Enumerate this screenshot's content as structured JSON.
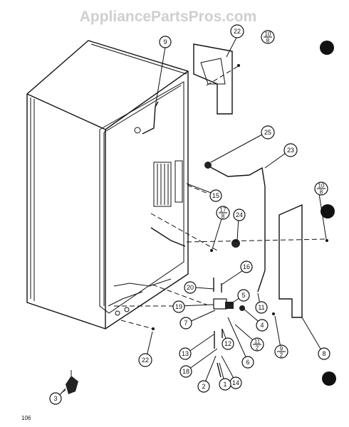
{
  "watermark": "AppliancePartsPros.com",
  "page_number": "106",
  "callouts": {
    "c22_top": "22",
    "c10_top": {
      "num": "10",
      "den": "8"
    },
    "c9": "9",
    "c25": "25",
    "c23": "23",
    "c10_right": {
      "num": "10",
      "den": "8"
    },
    "c15": "15",
    "c17": {
      "num": "17",
      "den": "8"
    },
    "c24": "24",
    "c16": "16",
    "c20": "20",
    "c5": "5",
    "c19": "19",
    "c11": "11",
    "c7": "7",
    "c4": "4",
    "c11_2": {
      "num": "11",
      "den": "2"
    },
    "c9_2": {
      "num": "9",
      "den": "2"
    },
    "c8": "8",
    "c22_bottom": "22",
    "c13": "13",
    "c12": "12",
    "c6": "6",
    "c18": "18",
    "c14": "14",
    "c2": "2",
    "c1": "1",
    "c3": "3"
  }
}
